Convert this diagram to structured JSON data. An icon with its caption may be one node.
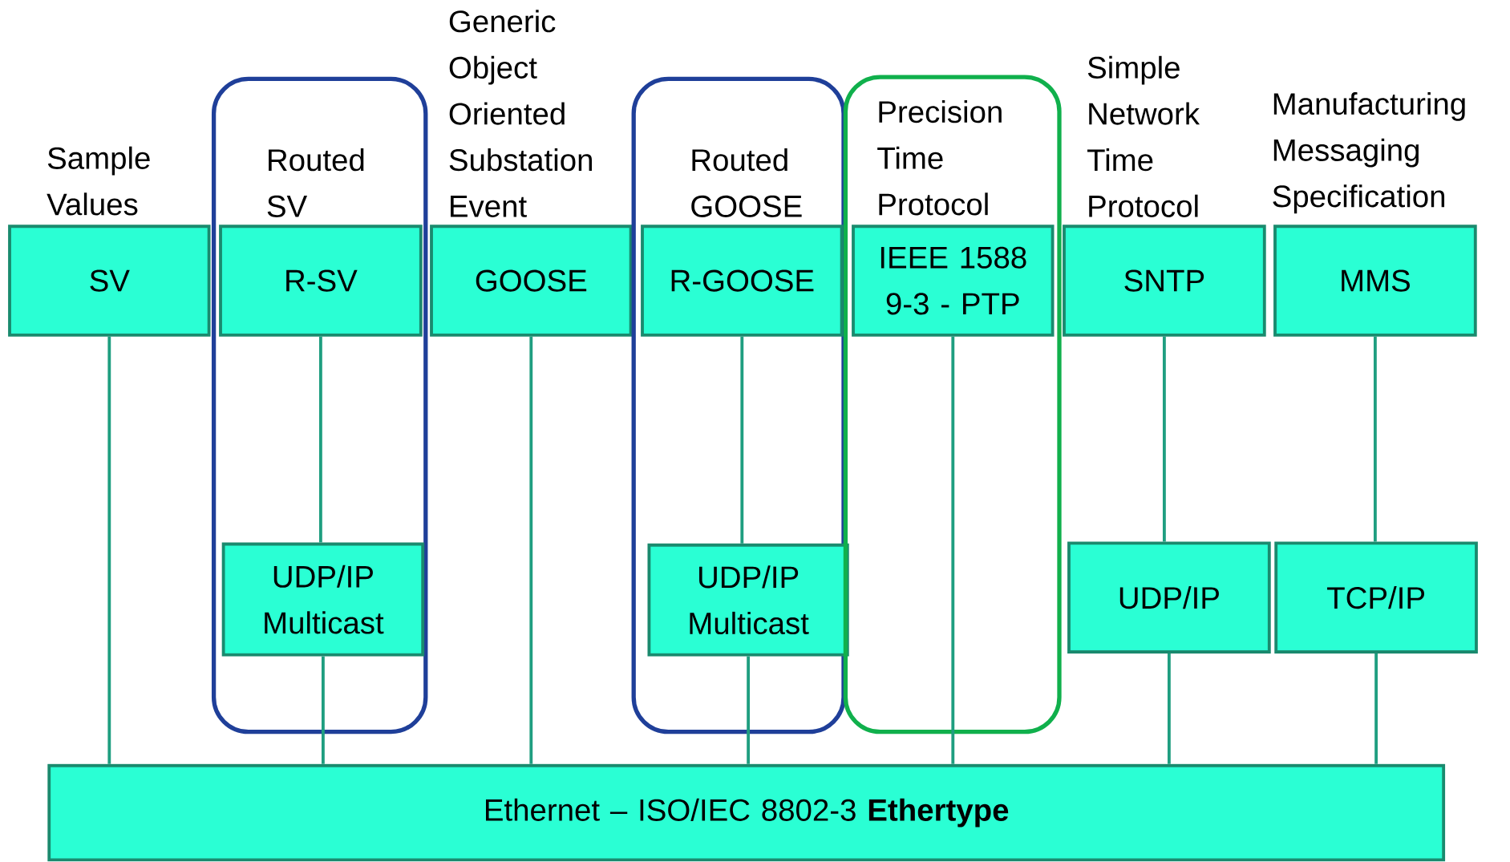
{
  "diagram": {
    "nodes": [
      {
        "text": [
          "Sample Values",
          "SV"
        ]
      },
      {
        "text": [
          "Routed SV"
        ]
      },
      {
        "text": [
          "R-SV"
        ],
        "in": 1
      },
      {
        "text": [
          "UDP/IP Multicast"
        ],
        "in": 1
      },
      {
        "text": [
          "Generic Object Oriented Substation Event",
          "GOOSE"
        ]
      },
      {
        "text": [
          "Routed GOOSE"
        ]
      },
      {
        "text": [
          "R-GOOSE"
        ],
        "in": 5
      },
      {
        "text": [
          "UDP/IP Multicast"
        ],
        "in": 5
      },
      {
        "text": [
          "Precision Time Protocol"
        ]
      },
      {
        "text": [
          "IEEE 1588 9-3 - PTP"
        ],
        "in": 8
      },
      {
        "text": [
          "Simple Network Time Protocol",
          "SNTP"
        ]
      },
      {
        "text": [
          "UDP/IP"
        ]
      },
      {
        "text": [
          "Manufacturing Messaging Specification",
          "MMS"
        ]
      },
      {
        "text": [
          "TCP/IP"
        ]
      },
      {
        "text": [
          "Ethernet – ISO/IEC 8802-3 **Ethertype**"
        ]
      }
    ],
    "edges": [
      {
        "from": 0,
        "to": 14,
        "arrow": "none"
      },
      {
        "from": 2,
        "to": 3,
        "arrow": "none"
      },
      {
        "from": 3,
        "to": 14,
        "arrow": "none"
      },
      {
        "from": 4,
        "to": 14,
        "arrow": "none"
      },
      {
        "from": 6,
        "to": 7,
        "arrow": "none"
      },
      {
        "from": 7,
        "to": 14,
        "arrow": "none"
      },
      {
        "from": 9,
        "to": 14,
        "arrow": "none"
      },
      {
        "from": 10,
        "to": 11,
        "arrow": "none"
      },
      {
        "from": 11,
        "to": 14,
        "arrow": "none"
      },
      {
        "from": 12,
        "to": 13,
        "arrow": "none"
      },
      {
        "from": 13,
        "to": 14,
        "arrow": "none"
      }
    ]
  }
}
